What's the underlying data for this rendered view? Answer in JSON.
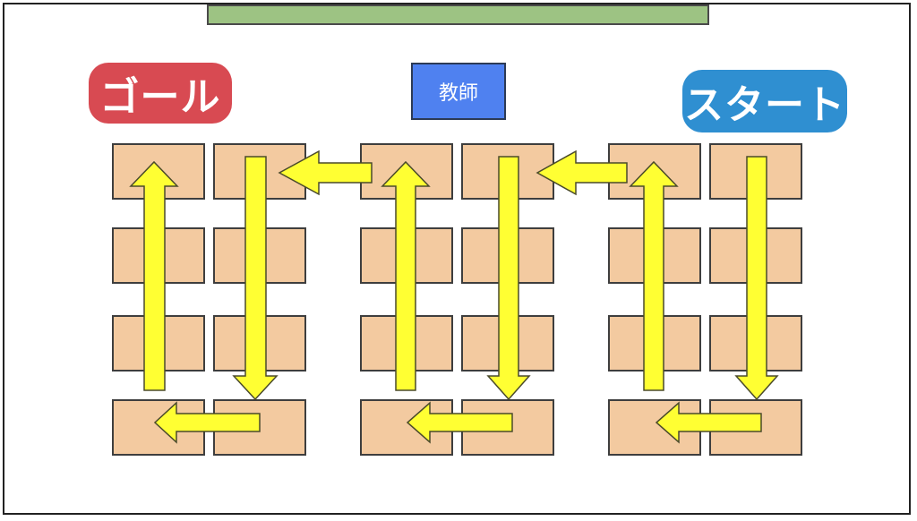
{
  "labels": {
    "teacher": "教師",
    "goal": "ゴール",
    "start": "スタート"
  },
  "colors": {
    "blackboard": "#9dc383",
    "teacher_box": "#4f81f0",
    "goal_badge": "#d84a52",
    "start_badge": "#2f8fd1",
    "desk": "#f3caa0",
    "arrow": "#ffff33"
  }
}
